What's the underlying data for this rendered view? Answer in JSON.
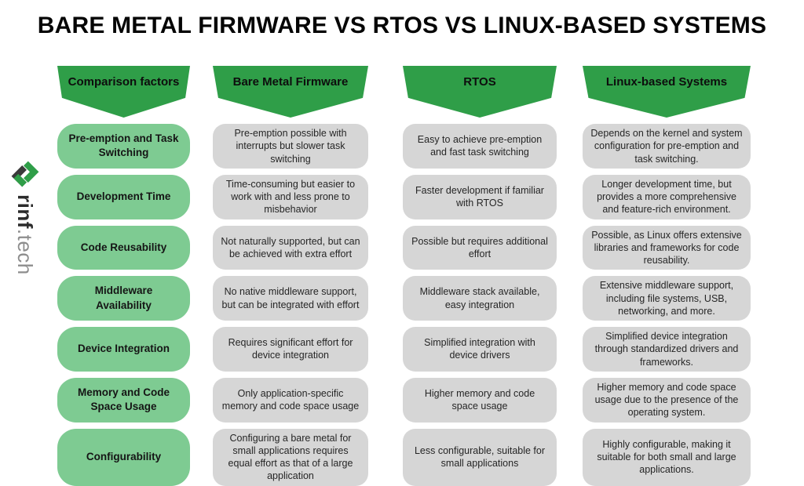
{
  "title": "BARE METAL FIRMWARE VS RTOS VS LINUX-BASED SYSTEMS",
  "logo": {
    "name": "rinf",
    "tld": ".tech"
  },
  "colors": {
    "header_green": "#2f9e48",
    "factor_green": "#7ecb92",
    "cell_gray": "#d6d6d6",
    "title_black": "#050505"
  },
  "table": {
    "factor_header": "Comparison factors",
    "factors": [
      "Pre-emption and Task Switching",
      "Development Time",
      "Code Reusability",
      "Middleware Availability",
      "Device Integration",
      "Memory and Code Space Usage",
      "Configurability"
    ],
    "columns": [
      {
        "header": "Bare Metal Firmware",
        "cells": [
          "Pre-emption possible with interrupts but slower task switching",
          "Time-consuming but easier to work with and less prone to misbehavior",
          "Not naturally supported, but can be achieved with extra effort",
          "No native middleware support, but can be integrated with effort",
          "Requires significant effort for device integration",
          "Only application-specific memory and code space usage",
          "Configuring a bare metal for small applications requires equal effort as that of a large application"
        ]
      },
      {
        "header": "RTOS",
        "cells": [
          "Easy to achieve pre-emption and fast task switching",
          "Faster development if familiar with RTOS",
          "Possible but requires additional effort",
          "Middleware stack available, easy integration",
          "Simplified integration with device drivers",
          "Higher memory and code space usage",
          "Less configurable, suitable for small applications"
        ]
      },
      {
        "header": "Linux-based Systems",
        "cells": [
          "Depends on the kernel and system configuration for pre-emption and task switching.",
          "Longer development time, but provides a more comprehensive and feature-rich environment.",
          "Possible, as Linux offers extensive libraries and frameworks for code reusability.",
          "Extensive middleware support, including file systems, USB, networking, and more.",
          "Simplified device integration through standardized drivers and frameworks.",
          "Higher memory and code space usage due to the presence of the operating system.",
          "Highly configurable, making it suitable for both small and large applications."
        ]
      }
    ]
  }
}
